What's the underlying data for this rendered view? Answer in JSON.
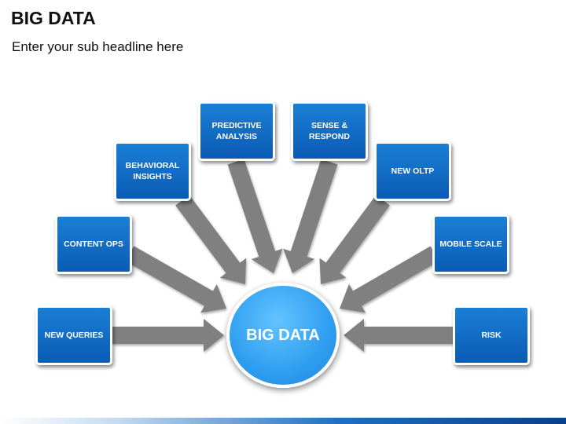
{
  "header": {
    "title": "BIG DATA",
    "subtitle": "Enter your sub headline here"
  },
  "diagram": {
    "center_label": "BIG DATA",
    "nodes": [
      {
        "id": "new-queries",
        "label": "NEW QUERIES"
      },
      {
        "id": "content-ops",
        "label": "CONTENT OPS"
      },
      {
        "id": "behavioral-insights",
        "label": "BEHAVIORAL\nINSIGHTS"
      },
      {
        "id": "predictive-analysis",
        "label": "PREDICTIVE\nANALYSIS"
      },
      {
        "id": "sense-respond",
        "label": "SENSE &\nRESPOND"
      },
      {
        "id": "new-oltp",
        "label": "NEW OLTP"
      },
      {
        "id": "mobile-scale",
        "label": "MOBILE SCALE"
      },
      {
        "id": "risk",
        "label": "RISK"
      }
    ],
    "colors": {
      "box": "#0b6cc9",
      "circle": "#3aa8f5",
      "arrow": "#808080"
    }
  }
}
